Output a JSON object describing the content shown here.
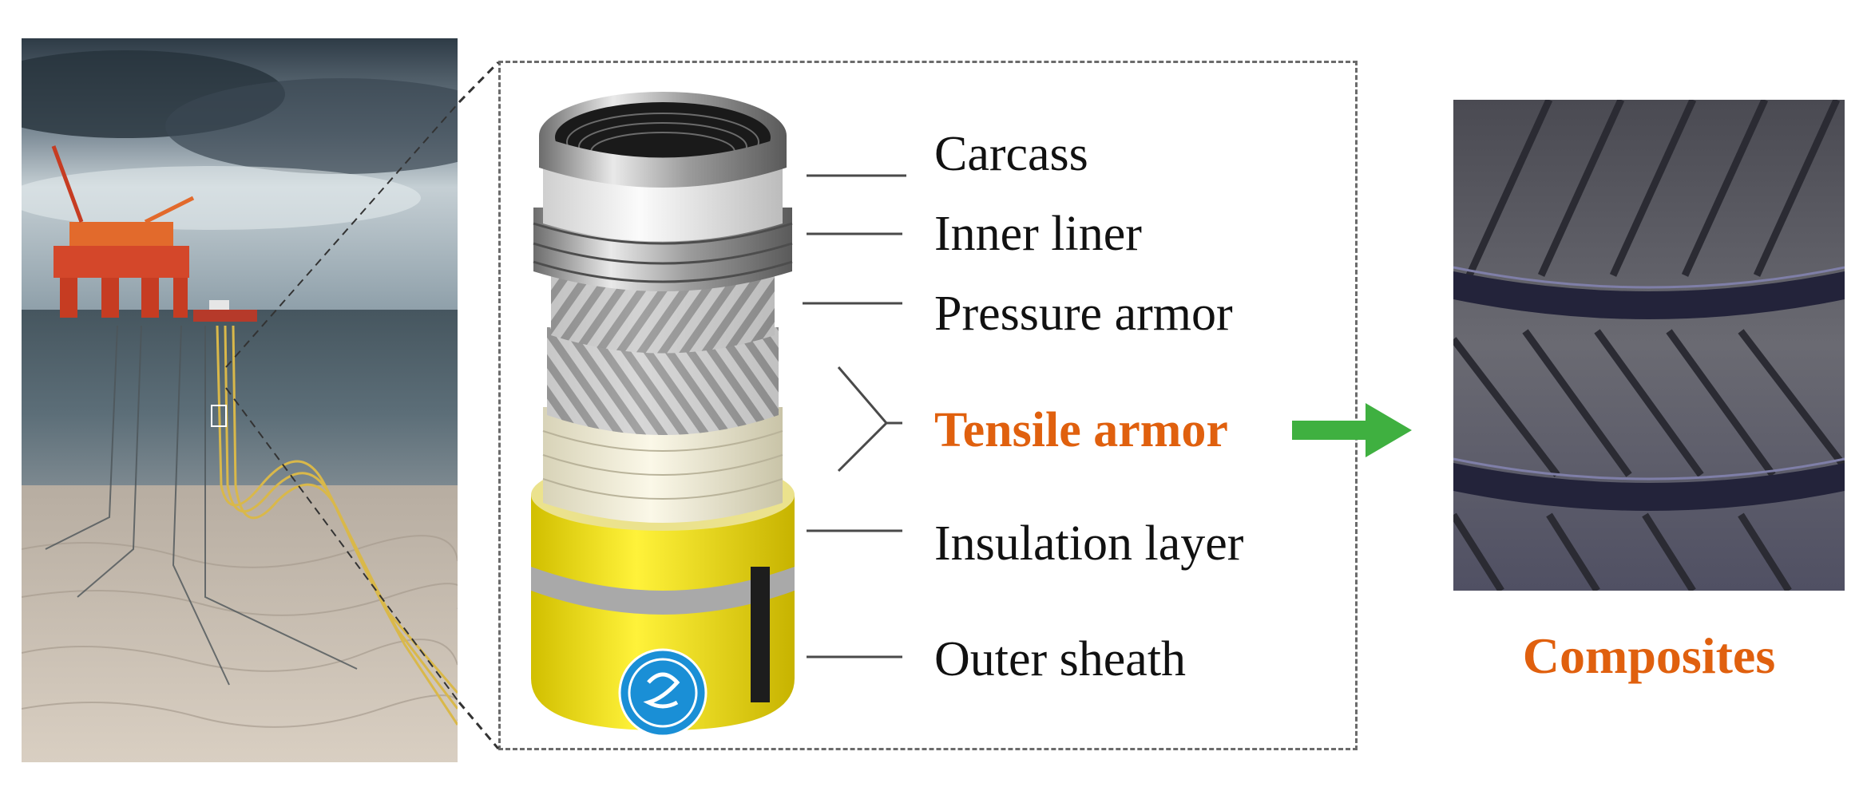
{
  "layers": [
    {
      "id": "carcass",
      "label": "Carcass",
      "highlight": false
    },
    {
      "id": "inner-liner",
      "label": "Inner liner",
      "highlight": false
    },
    {
      "id": "pressure-armor",
      "label": "Pressure armor",
      "highlight": false
    },
    {
      "id": "tensile-armor",
      "label": "Tensile armor",
      "highlight": true
    },
    {
      "id": "insulation-layer",
      "label": "Insulation layer",
      "highlight": false
    },
    {
      "id": "outer-sheath",
      "label": "Outer sheath",
      "highlight": false
    }
  ],
  "composites_label": "Composites",
  "colors": {
    "highlight": "#e0600e",
    "arrow": "#3fb040",
    "leader_line": "#4a4a4a",
    "sheath_yellow": "#f3e21a",
    "logo_blue": "#1a8fd6"
  },
  "icons": {
    "arrow": "right-arrow-icon",
    "logo": "manufacturer-logo"
  }
}
